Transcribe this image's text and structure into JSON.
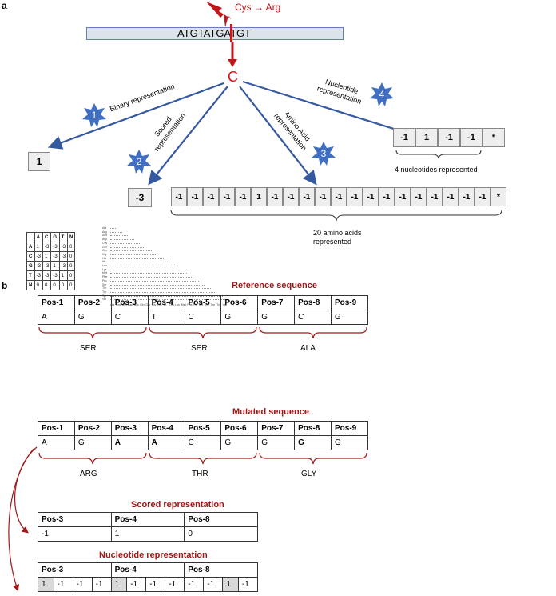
{
  "panel_a": {
    "label": "a",
    "mutation": "Cys → Arg",
    "sequence": "ATGTATGAT",
    "sequence_tail": "GT",
    "mutant_base": "C",
    "branches": [
      {
        "num": "1",
        "label": "Binary representation",
        "value": "1"
      },
      {
        "num": "2",
        "label": "Scored representation",
        "value": "-3"
      },
      {
        "num": "3",
        "label": "Amino Acid representation"
      },
      {
        "num": "4",
        "label": "Nucleotide representation"
      }
    ],
    "nucleotide_cells": [
      "-1",
      "1",
      "-1",
      "-1",
      "*"
    ],
    "nucleotide_note": "4 nucleotides represented",
    "aa_cells": [
      "-1",
      "-1",
      "-1",
      "-1",
      "-1",
      "1",
      "-1",
      "-1",
      "-1",
      "-1",
      "-1",
      "-1",
      "-1",
      "-1",
      "-1",
      "-1",
      "-1",
      "-1",
      "-1",
      "-1",
      "*"
    ],
    "aa_note_line1": "20 amino acids",
    "aa_note_line2": "represented",
    "matrix": {
      "headers": [
        "",
        "A",
        "C",
        "G",
        "T",
        "N"
      ],
      "rows": [
        [
          "A",
          "1",
          "-3",
          "-3",
          "-3",
          "0"
        ],
        [
          "C",
          "-3",
          "1",
          "-3",
          "-3",
          "0"
        ],
        [
          "G",
          "-3",
          "-3",
          "1",
          "-3",
          "0"
        ],
        [
          "T",
          "-3",
          "-3",
          "-3",
          "1",
          "0"
        ],
        [
          "N",
          "0",
          "0",
          "0",
          "0",
          "0"
        ]
      ]
    },
    "blosum_labels": [
      "Ala",
      "Arg",
      "Asn",
      "Asp",
      "Cys",
      "Gln",
      "Glu",
      "Gly",
      "His",
      "Ile",
      "Leu",
      "Lys",
      "Met",
      "Phe",
      "Pro",
      "Ser",
      "Thr",
      "Trp",
      "Tyr",
      "Val"
    ]
  },
  "panel_b": {
    "label": "b",
    "reference_title": "Reference sequence",
    "mutated_title": "Mutated sequence",
    "positions": [
      "Pos-1",
      "Pos-2",
      "Pos-3",
      "Pos-4",
      "Pos-5",
      "Pos-6",
      "Pos-7",
      "Pos-8",
      "Pos-9"
    ],
    "reference_bases": [
      "A",
      "G",
      "C",
      "T",
      "C",
      "G",
      "G",
      "C",
      "G"
    ],
    "mutated_bases": [
      "A",
      "G",
      "A",
      "A",
      "C",
      "G",
      "G",
      "G",
      "G"
    ],
    "reference_aa": [
      "SER",
      "SER",
      "ALA"
    ],
    "mutated_aa": [
      "ARG",
      "THR",
      "GLY"
    ],
    "scored_title": "Scored representation",
    "scored_positions": [
      "Pos-3",
      "Pos-4",
      "Pos-8"
    ],
    "scored_values": [
      "-1",
      "1",
      "0"
    ],
    "nucleotide_title": "Nucleotide representation",
    "nucleotide_positions": [
      "Pos-3",
      "Pos-4",
      "Pos-8"
    ],
    "nucleotide_values": [
      "1",
      "-1",
      "-1",
      "-1",
      "1",
      "-1",
      "-1",
      "-1",
      "-1",
      "-1",
      "1",
      "-1"
    ],
    "colors": {
      "title": "#a01818",
      "arrow": "#a01818",
      "highlight": "#d9d9d9"
    }
  }
}
